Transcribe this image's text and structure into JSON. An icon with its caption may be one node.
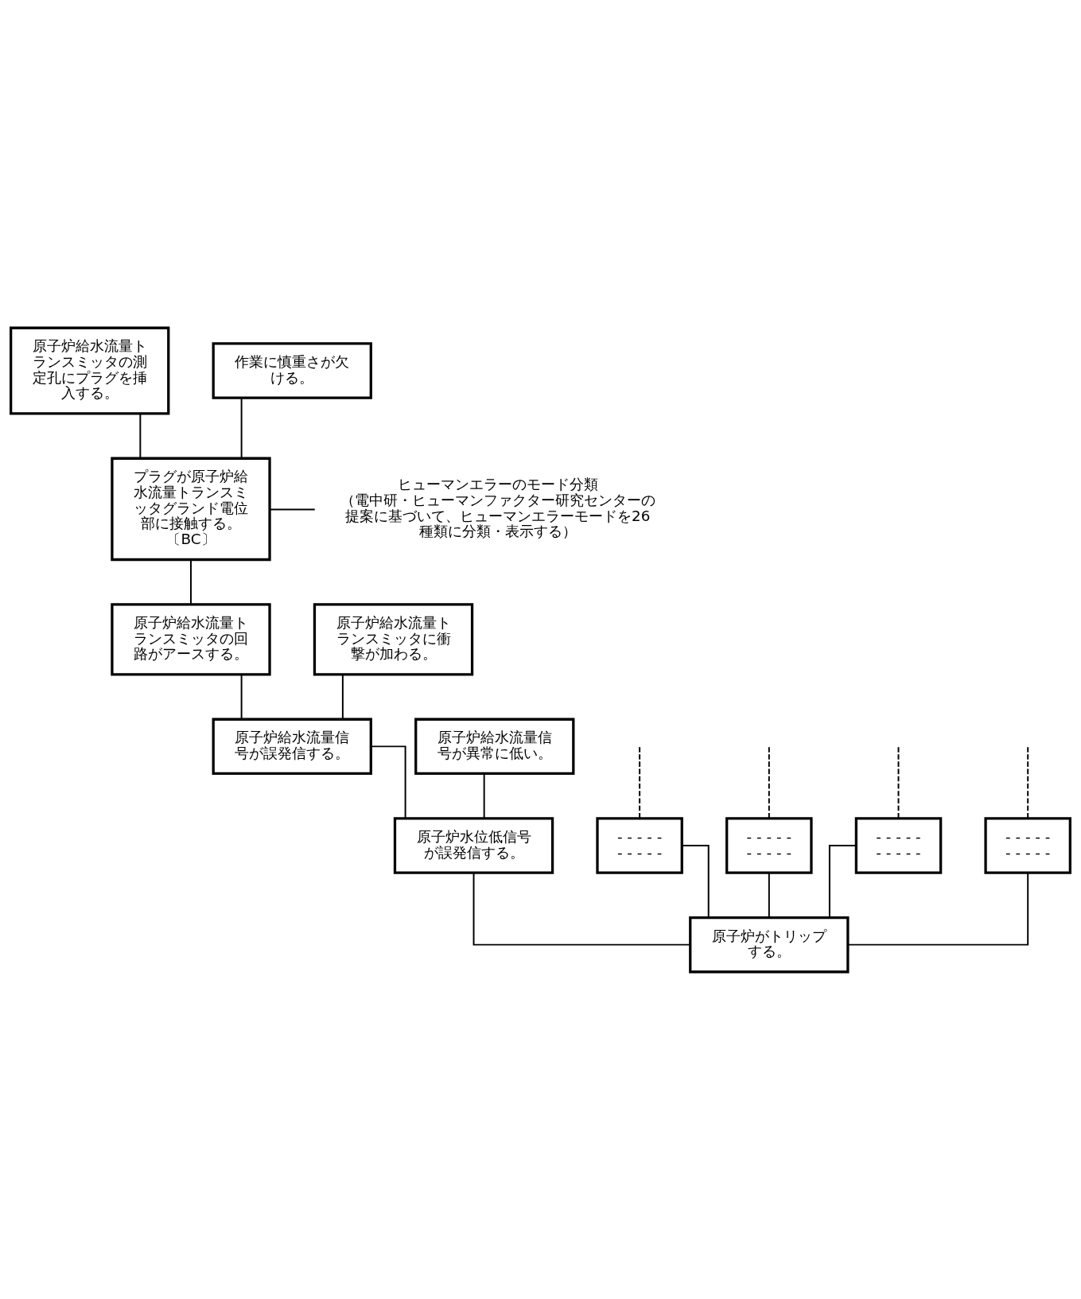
{
  "diagram": {
    "nodes": [
      {
        "text": [
          "原子炉給水流量トランスミッタの測定孔にプラグを挿入する。"
        ]
      },
      {
        "text": [
          "作業に慎重さが欠ける。"
        ]
      },
      {
        "text": [
          "プラグが原子炉給水流量トランスミッタグランド電位部に接触する。",
          "〔BC〕"
        ]
      },
      {
        "text": [
          "ヒューマンエラーのモード分類",
          "（電中研・ヒューマンファクター研究センターの提案に基づいて、ヒューマンエラーモードを26種類に分類・表示する）"
        ]
      },
      {
        "text": [
          "原子炉給水流量トランスミッタの回路がアースする。"
        ]
      },
      {
        "text": [
          "原子炉給水流量トランスミッタに衝撃が加わる。"
        ]
      },
      {
        "text": [
          "原子炉給水流量信号が誤発信する。"
        ]
      },
      {
        "text": [
          "原子炉給水流量信号が異常に低い。"
        ]
      },
      {
        "text": [
          "- - - - -",
          "- - - - -"
        ]
      },
      {
        "text": [
          "- - - - -",
          "- - - - -"
        ]
      },
      {
        "text": [
          "原子炉水位低信号が誤発信する。"
        ]
      },
      {
        "text": [
          "- - - - -",
          "- - - - -"
        ]
      },
      {
        "text": [
          "- - - - -",
          "- - - - -"
        ]
      },
      {
        "text": [
          "原子炉がトリップする。"
        ]
      }
    ],
    "edges": [
      {
        "from": 0,
        "to": 2,
        "arrow": "none"
      },
      {
        "from": 1,
        "to": 2,
        "arrow": "none"
      },
      {
        "from": 3,
        "to": 2,
        "arrow": "none"
      },
      {
        "from": 2,
        "to": 4,
        "arrow": "none"
      },
      {
        "from": 4,
        "to": 6,
        "arrow": "none"
      },
      {
        "from": 5,
        "to": 6,
        "arrow": "none"
      },
      {
        "from": 6,
        "to": 10,
        "arrow": "none"
      },
      {
        "from": 7,
        "to": 10,
        "arrow": "none"
      },
      {
        "from": null,
        "to": 8,
        "arrow": "none",
        "style": "dashed"
      },
      {
        "from": null,
        "to": 9,
        "arrow": "none",
        "style": "dashed"
      },
      {
        "from": null,
        "to": 11,
        "arrow": "none",
        "style": "dashed"
      },
      {
        "from": null,
        "to": 12,
        "arrow": "none",
        "style": "dashed"
      },
      {
        "from": 8,
        "to": 13,
        "arrow": "none"
      },
      {
        "from": 9,
        "to": 13,
        "arrow": "none"
      },
      {
        "from": 10,
        "to": 13,
        "arrow": "none"
      },
      {
        "from": 11,
        "to": 13,
        "arrow": "none"
      },
      {
        "from": 12,
        "to": 13,
        "arrow": "none"
      }
    ]
  }
}
